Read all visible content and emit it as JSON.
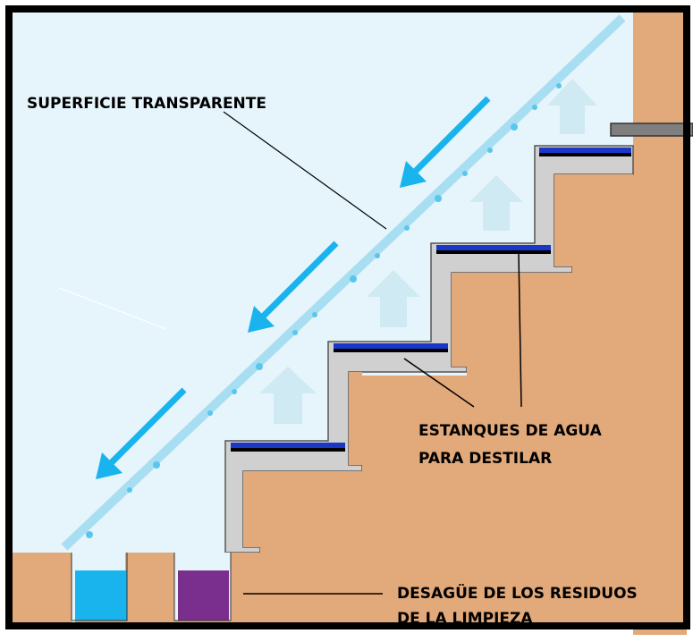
{
  "labels": {
    "surface": "SUPERFICIE TRANSPARENTE",
    "ponds_line1": "ESTANQUES DE AGUA",
    "ponds_line2": "PARA DESTILAR",
    "drain_line1": "DESAGÜE DE LOS RESIDUOS",
    "drain_line2": "DE LA LIMPIEZA"
  },
  "colors": {
    "air": "#e6f5fb",
    "soil": "#e2a97a",
    "frame": "#000000",
    "glass": "#a8def2",
    "flow_arrow": "#19b4ee",
    "steam_arrow": "#cfeaf3",
    "pond_water": "#1a37c8",
    "pond_edge": "#c8c8c8",
    "clean_water": "#19b4ee",
    "residue": "#7a2e8e",
    "pipe": "#7f7f7f"
  },
  "icons": [
    "down-left-arrow-icon",
    "up-arrow-icon"
  ]
}
